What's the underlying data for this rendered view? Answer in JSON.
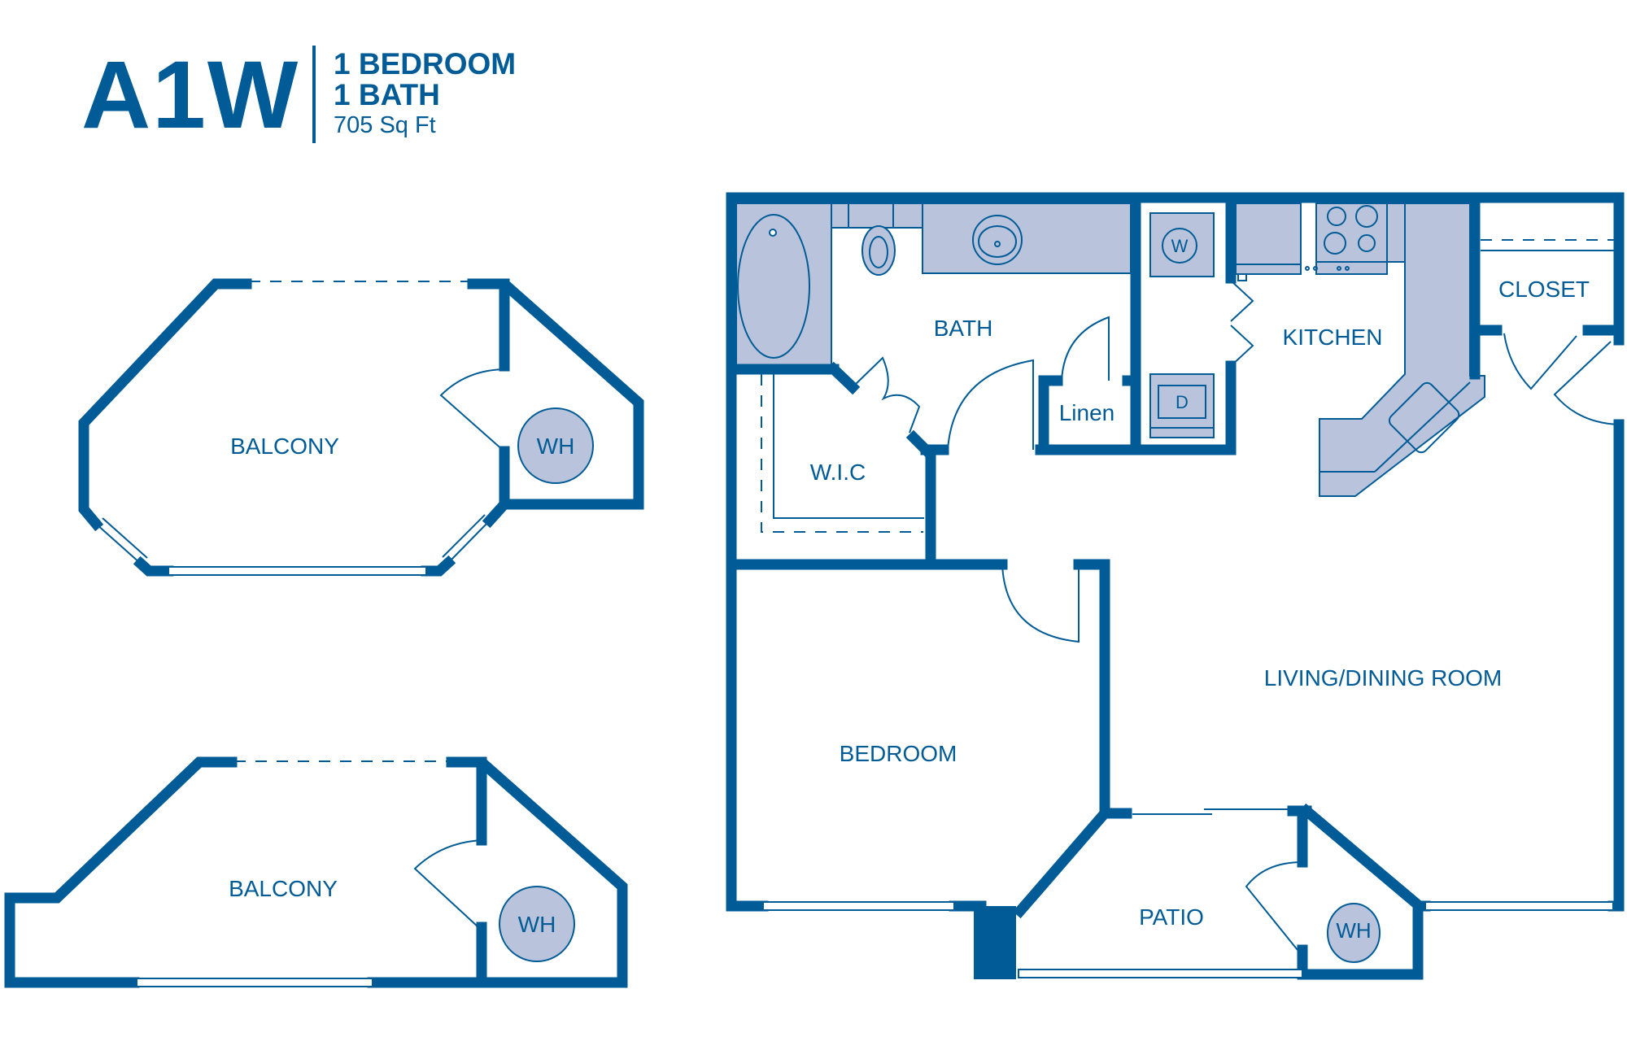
{
  "header": {
    "unit_code": "A1W",
    "bedrooms": "1 BEDROOM",
    "baths": "1 BATH",
    "area": "705 Sq Ft"
  },
  "colors": {
    "wall": "#005b96",
    "fixture_fill": "#b9c4dc",
    "background": "#ffffff"
  },
  "main_plan": {
    "rooms": {
      "bath": "BATH",
      "wic": "W.I.C",
      "linen": "Linen",
      "kitchen": "KITCHEN",
      "closet": "CLOSET",
      "living": "LIVING/DINING ROOM",
      "bedroom": "BEDROOM",
      "patio": "PATIO"
    },
    "appliances": {
      "washer": "W",
      "dryer": "D",
      "water_heater": "WH"
    }
  },
  "balcony_option_1": {
    "label": "BALCONY",
    "water_heater": "WH"
  },
  "balcony_option_2": {
    "label": "BALCONY",
    "water_heater": "WH"
  }
}
